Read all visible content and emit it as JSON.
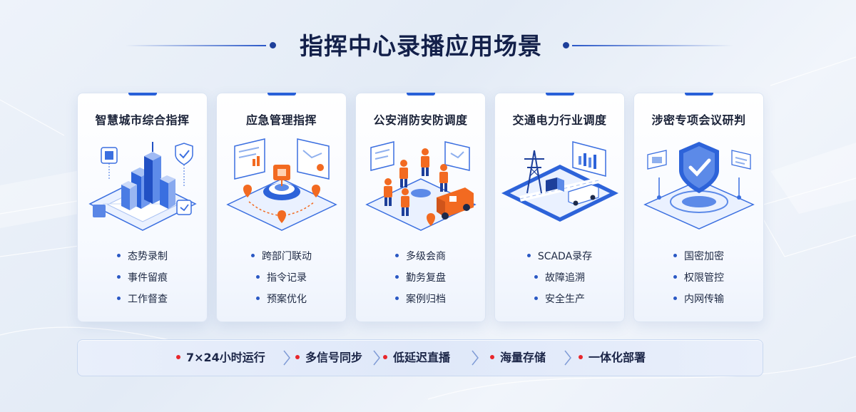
{
  "page": {
    "title": "指挥中心录播应用场景"
  },
  "cards": [
    {
      "title": "智慧城市综合指挥",
      "illustration": "smart-city-icon",
      "items": [
        "态势录制",
        "事件留痕",
        "工作督查"
      ]
    },
    {
      "title": "应急管理指挥",
      "illustration": "emergency-command-icon",
      "items": [
        "跨部门联动",
        "指令记录",
        "预案优化"
      ]
    },
    {
      "title": "公安消防安防调度",
      "illustration": "police-fire-dispatch-icon",
      "items": [
        "多级会商",
        "勤务复盘",
        "案例归档"
      ]
    },
    {
      "title": "交通电力行业调度",
      "illustration": "traffic-power-icon",
      "items": [
        "SCADA录存",
        "故障追溯",
        "安全生产"
      ]
    },
    {
      "title": "涉密专项会议研判",
      "illustration": "secure-shield-icon",
      "items": [
        "国密加密",
        "权限管控",
        "内网传输"
      ]
    }
  ],
  "features": [
    "7×24小时运行",
    "多信号同步",
    "低延迟直播",
    "海量存储",
    "一体化部署"
  ],
  "colors": {
    "accent_blue": "#2860d8",
    "title_dark": "#13204a",
    "orange": "#f26a21",
    "red_dot": "#e8262b"
  }
}
